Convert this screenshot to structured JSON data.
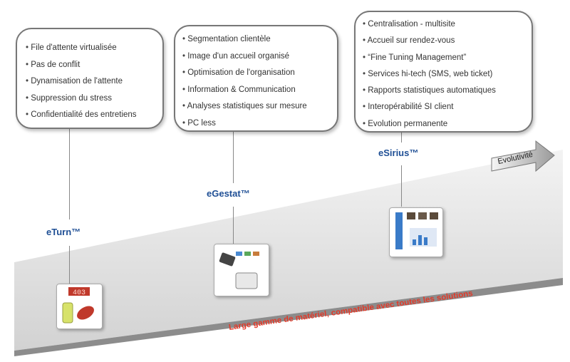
{
  "products": [
    {
      "name": "eTurn™",
      "features": [
        "File d'attente virtualisée",
        "Pas de conflit",
        "Dynamisation de l'attente",
        "Suppression du stress",
        "Confidentialité des entretiens"
      ]
    },
    {
      "name": "eGestat™",
      "features": [
        "Segmentation clientèle",
        "Image d'un accueil organisé",
        "Optimisation de l'organisation",
        "Information & Communication",
        "Analyses statistiques sur mesure",
        "PC less"
      ]
    },
    {
      "name": "eSirius™",
      "features": [
        "Centralisation - multisite",
        "Accueil sur rendez-vous",
        "“Fine Tuning Management”",
        "Services hi-tech (SMS, web ticket)",
        "Rapports statistiques automatiques",
        "Interopérabilité SI client",
        "Evolution permanente"
      ]
    }
  ],
  "arrow_label": "Evolutivité",
  "caption": "Large gamme de matériel, compatible avec toutes les solutions",
  "thumb_display": "403",
  "colors": {
    "product_name": "#1f4f95",
    "caption": "#e23a2a",
    "band": "#d9d9d9"
  }
}
